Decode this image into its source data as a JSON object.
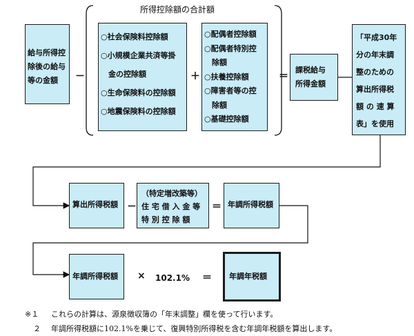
{
  "top": {
    "group_title": "所得控除額の合計額",
    "box1": [
      "給与所得控",
      "除後の給与",
      "等の金額"
    ],
    "minus": "－",
    "left_items": [
      "○社会保険料控除額",
      "○小規模企業共済等掛",
      "金の控除額",
      "○生命保険料の控除額",
      "○地震保険料の控除額"
    ],
    "plus": "＋",
    "right_items": [
      "○配偶者控除額",
      "○配偶者特別控",
      "除額",
      "○扶養控除額",
      "○障害者等の控",
      "除額",
      "○基礎控除額"
    ],
    "equals": "＝",
    "box_taxable": [
      "課税給与",
      "所得金額"
    ],
    "box_table": [
      "「平成30年",
      "分の年末調",
      "整のための",
      "算出所得税",
      "額 の 速 算",
      "表」を使用"
    ]
  },
  "middle": {
    "box_calc": "算出所得税額",
    "minus": "－",
    "box_loan": [
      "（特定増改築等）",
      "住 宅 借 入 金 等",
      "特 別 控 除 額"
    ],
    "equals": "＝",
    "box_annual": "年調所得税額"
  },
  "bottom": {
    "box_annual": "年調所得税額",
    "times": "×",
    "rate": "102.1%",
    "equals": "＝",
    "box_final": "年調年税額"
  },
  "notes": [
    {
      "mark": "※１",
      "text": "これらの計算は、源泉徴収簿の「年末調整」欄を使って行います。"
    },
    {
      "mark": "２",
      "text": "年調所得税額に102.1%を乗じて、復興特別所得税を含む年調年税額を算出します。"
    }
  ]
}
